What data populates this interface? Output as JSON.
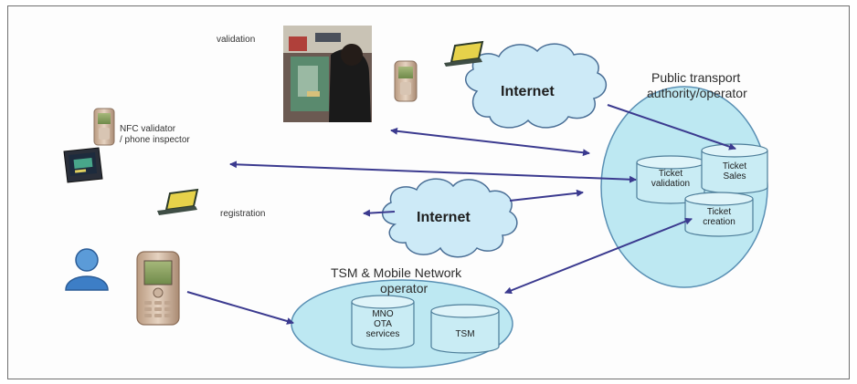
{
  "labels": {
    "validation": "validation",
    "nfc_validator": "NFC validator",
    "phone_inspector": "/ phone inspector",
    "registration": "registration",
    "pta_line1": "Public transport",
    "pta_line2": "authority/operator",
    "tsm_line1": "TSM & Mobile Network",
    "tsm_line2": "operator",
    "internet_top": "Internet",
    "internet_bottom": "Internet"
  },
  "databases": {
    "ticket_validation": [
      "Ticket",
      "validation"
    ],
    "ticket_sales": [
      "Ticket",
      "Sales"
    ],
    "ticket_creation": [
      "Ticket",
      "creation"
    ],
    "mno_ota": [
      "MNO",
      "OTA",
      "services"
    ],
    "tsm": [
      "TSM"
    ]
  },
  "colors": {
    "ellipse_fill": "#bde8f2",
    "ellipse_stroke": "#5a90b4",
    "cloud_fill": "#cdeaf7",
    "cloud_stroke": "#4a6f96",
    "cylinder_fill": "#c9ecf4",
    "arrow": "#3b3a8f",
    "user_icon": "#3d7ec6"
  }
}
